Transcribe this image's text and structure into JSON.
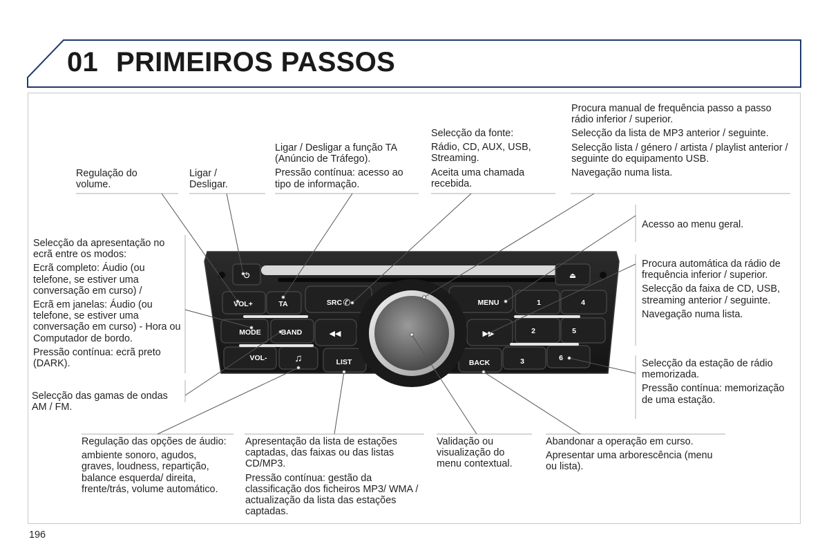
{
  "header": {
    "chapter_number": "01",
    "chapter_title": "PRIMEIROS PASSOS"
  },
  "page_number": "196",
  "colors": {
    "header_border": "#1e3a6b",
    "panel": "#1b1b1b",
    "label": "#ffffff"
  },
  "radio": {
    "buttons": {
      "power": "power-icon",
      "vol_plus": "VOL+",
      "ta": "TA",
      "src": "SRC",
      "menu": "MENU",
      "mode": "MODE",
      "band": "BAND",
      "rewind": "rewind-icon",
      "forward": "fast-forward-icon",
      "vol_minus": "VOL-",
      "music": "music-note-icon",
      "list": "LIST",
      "back": "BACK",
      "eject": "eject-icon",
      "preset_1": "1",
      "preset_2": "2",
      "preset_3": "3",
      "preset_4": "4",
      "preset_5": "5",
      "preset_6": "6"
    }
  },
  "annotations": {
    "volume": [
      "Regulação do volume."
    ],
    "power": [
      "Ligar / Desligar."
    ],
    "ta": [
      "Ligar / Desligar a função TA (Anúncio de Tráfego).",
      "Pressão contínua: acesso ao tipo de informação."
    ],
    "source": [
      "Selecção da fonte:",
      "Rádio, CD, AUX, USB, Streaming.",
      "Aceita uma chamada recebida."
    ],
    "manual_search": [
      "Procura manual de frequência passo a passo rádio inferior / superior.",
      "Selecção da lista de MP3 anterior / seguinte.",
      "Selecção lista / género / artista / playlist anterior / seguinte do equipamento USB.",
      "Navegação numa lista."
    ],
    "menu": [
      "Acesso ao menu geral."
    ],
    "display_mode": [
      "Selecção da apresentação no ecrã entre os modos:",
      "Ecrã completo: Áudio (ou telefone, se estiver uma conversação em curso) /",
      "Ecrã em janelas: Áudio (ou telefone, se estiver uma conversação em curso) - Hora ou Computador de bordo.",
      "Pressão contínua: ecrã preto (DARK)."
    ],
    "auto_search": [
      "Procura automática da rádio de frequência inferior / superior.",
      "Selecção da faixa de CD, USB, streaming anterior / seguinte.",
      "Navegação numa lista."
    ],
    "presets": [
      "Selecção da estação de rádio memorizada.",
      "Pressão contínua: memorização de uma estação."
    ],
    "band": [
      "Selecção das gamas de ondas AM / FM."
    ],
    "audio": [
      "Regulação das opções de áudio:",
      "ambiente sonoro, agudos, graves, loudness, repartição, balance esquerda/ direita, frente/trás, volume automático."
    ],
    "list": [
      "Apresentação da lista de estações captadas, das faixas ou das listas CD/MP3.",
      "Pressão contínua: gestão da classificação dos ficheiros MP3/ WMA / actualização da lista das estações captadas."
    ],
    "validation": [
      "Validação ou visualização do menu contextual."
    ],
    "back": [
      "Abandonar a operação em curso.",
      "Apresentar uma arborescência (menu ou lista)."
    ]
  }
}
